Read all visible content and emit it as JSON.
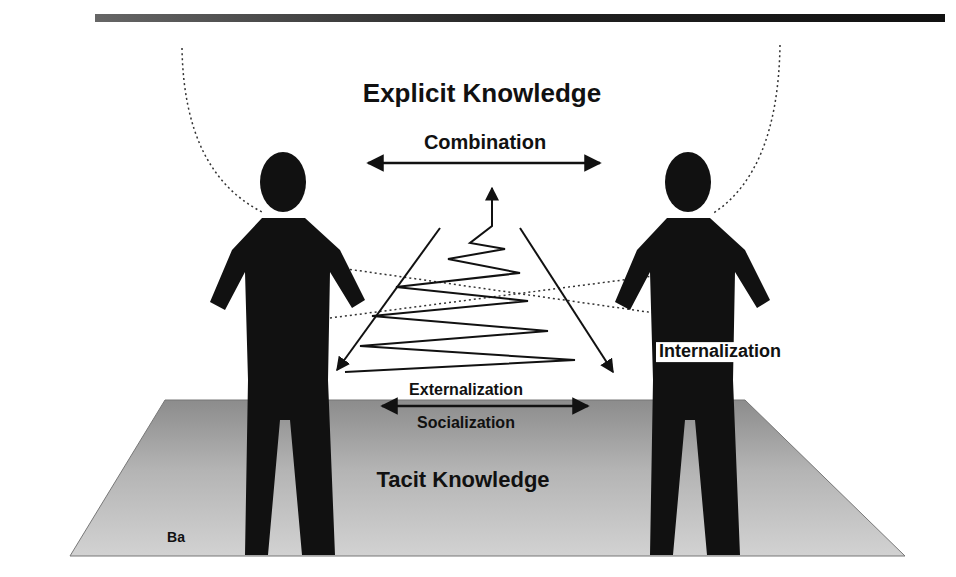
{
  "diagram": {
    "labels": [
      "Explicit Knowledge",
      "Combination",
      "Internalization",
      "Externalization",
      "Socialization",
      "Tacit Knowledge",
      "Ba"
    ]
  }
}
